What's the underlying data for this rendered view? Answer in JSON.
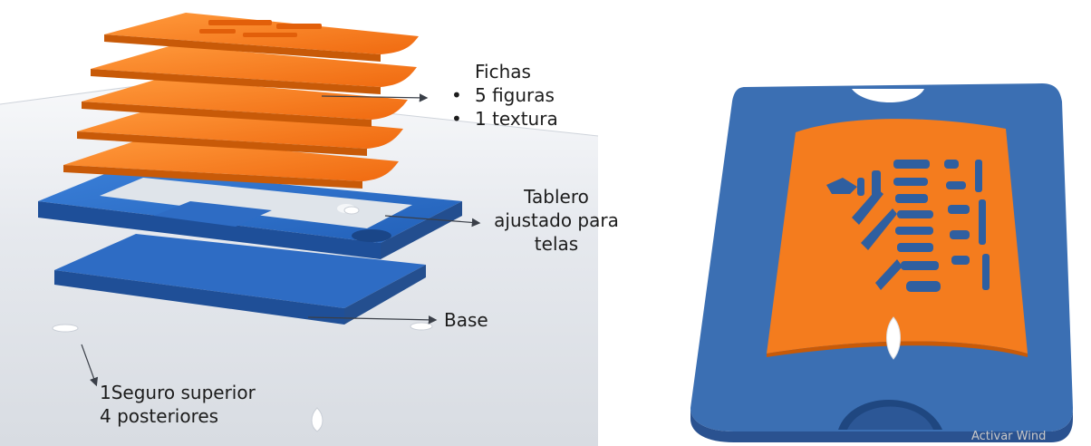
{
  "labels": {
    "fichas": {
      "title": "Fichas",
      "bullets": [
        "5 figuras",
        "1 textura"
      ]
    },
    "tablero": {
      "line1": "Tablero",
      "line2": "ajustado para",
      "line3": "telas"
    },
    "base": "Base",
    "seguros": {
      "line1": "1Seguro superior",
      "line2": "4 posteriores"
    }
  },
  "watermark": "Activar Wind",
  "colors": {
    "orange": "#f47c1e",
    "orange_dark": "#c85a08",
    "blue": "#2f6fc9",
    "blue_dark": "#1d4f9a",
    "tray_blue": "#3b6fb3",
    "floor": "#e3e7ec"
  },
  "icons": [
    "arrow-icon"
  ]
}
